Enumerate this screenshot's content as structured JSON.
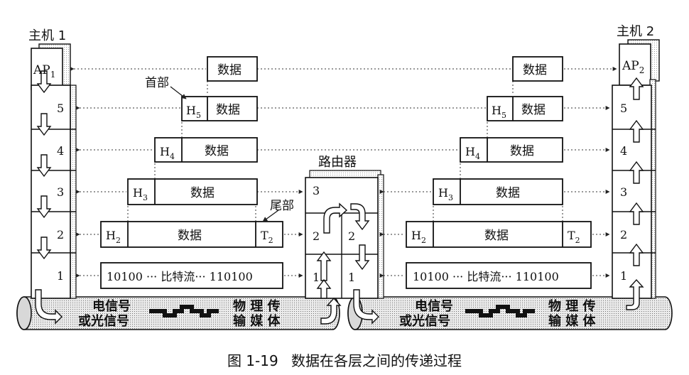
{
  "host1": {
    "title": "主机 1",
    "app": "AP",
    "app_sub": "1",
    "layers": [
      "5",
      "4",
      "3",
      "2",
      "1"
    ]
  },
  "host2": {
    "title": "主机 2",
    "app": "AP",
    "app_sub": "2",
    "layers": [
      "5",
      "4",
      "3",
      "2",
      "1"
    ]
  },
  "router": {
    "title": "路由器",
    "left_layers": [
      "3",
      "2",
      "1"
    ],
    "right_layers": [
      "2",
      "1"
    ]
  },
  "pdu": {
    "data": "数据",
    "h5": "H",
    "h5_sub": "5",
    "h4": "H",
    "h4_sub": "4",
    "h3": "H",
    "h3_sub": "3",
    "h2": "H",
    "h2_sub": "2",
    "t2": "T",
    "t2_sub": "2",
    "bitstream": "10100 ··· 比特流··· 110100"
  },
  "annotations": {
    "header": "首部",
    "trailer": "尾部"
  },
  "media": {
    "signal_line1": "电信号",
    "signal_line2": "或光信号",
    "medium_line1": "物 理 传",
    "medium_line2": "输 媒 体"
  },
  "caption": {
    "figure_no": "图 1-19",
    "text": "数据在各层之间的传递过程"
  }
}
